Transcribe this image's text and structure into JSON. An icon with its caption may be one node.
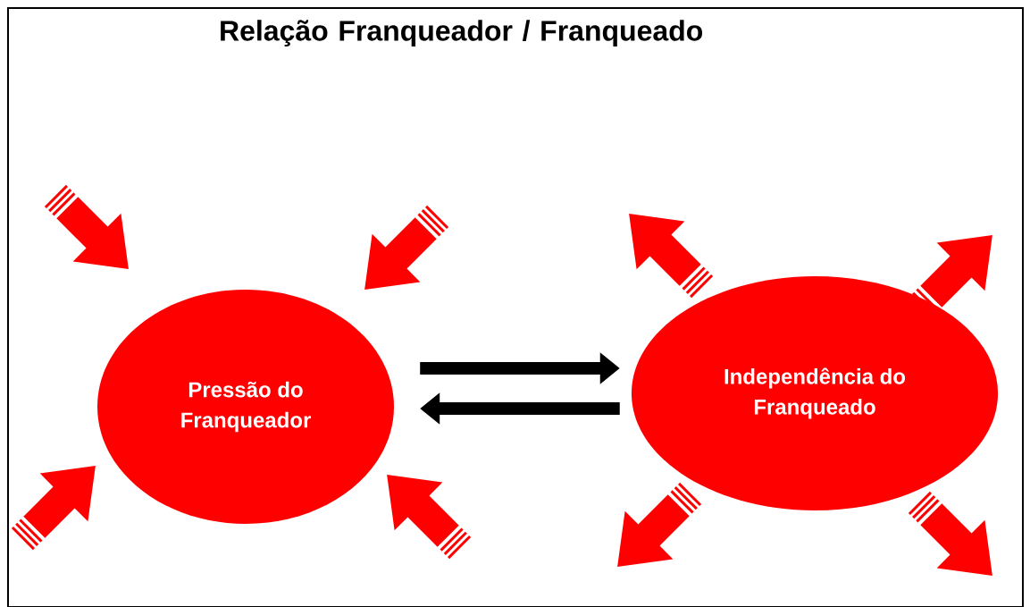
{
  "diagram": {
    "title": "Relação Franqueador / Franqueado",
    "nodes": [
      {
        "text": [
          "Pressão do Franqueador"
        ]
      },
      {
        "text": [
          "Independência do Franqueado"
        ]
      }
    ],
    "edges": [
      {
        "from": 0,
        "to": 1,
        "arrow": "to"
      },
      {
        "from": 1,
        "to": 0,
        "arrow": "to"
      }
    ]
  }
}
